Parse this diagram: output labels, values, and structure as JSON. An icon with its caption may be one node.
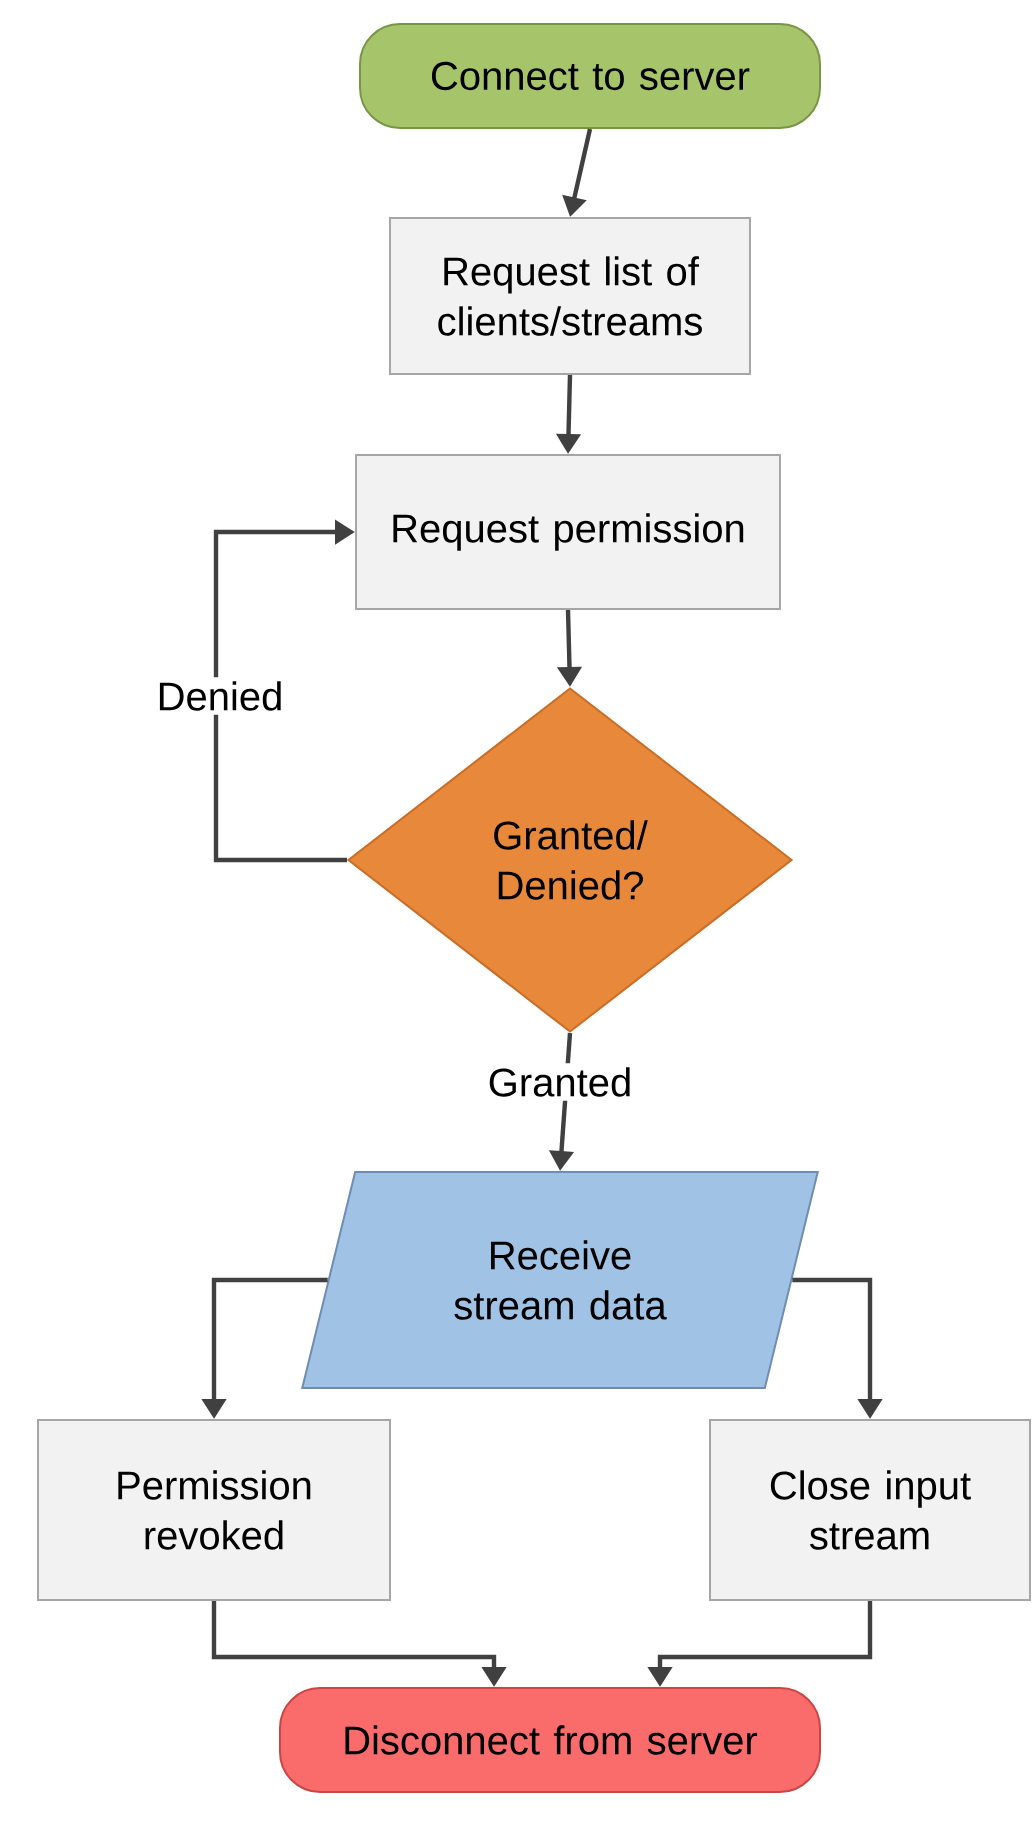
{
  "diagram": {
    "nodes": [
      {
        "text": [
          "Connect to server"
        ]
      },
      {
        "text": [
          "Request list of clients/streams"
        ]
      },
      {
        "text": [
          "Request permission"
        ]
      },
      {
        "text": [
          "Granted/ Denied?"
        ]
      },
      {
        "text": [
          "Receive stream data"
        ]
      },
      {
        "text": [
          "Permission revoked"
        ]
      },
      {
        "text": [
          "Close input stream"
        ]
      },
      {
        "text": [
          "Disconnect from server"
        ]
      }
    ],
    "edges": [
      {
        "from": 0,
        "to": 1,
        "arrow": "to"
      },
      {
        "from": 1,
        "to": 2,
        "arrow": "to"
      },
      {
        "from": 2,
        "to": 3,
        "arrow": "to"
      },
      {
        "from": 3,
        "to": 2,
        "arrow": "to",
        "label": "Denied"
      },
      {
        "from": 3,
        "to": 4,
        "arrow": "to",
        "label": "Granted"
      },
      {
        "from": 4,
        "to": 5,
        "arrow": "to"
      },
      {
        "from": 4,
        "to": 6,
        "arrow": "to"
      },
      {
        "from": 5,
        "to": 7,
        "arrow": "to"
      },
      {
        "from": 6,
        "to": 7,
        "arrow": "to"
      }
    ]
  }
}
